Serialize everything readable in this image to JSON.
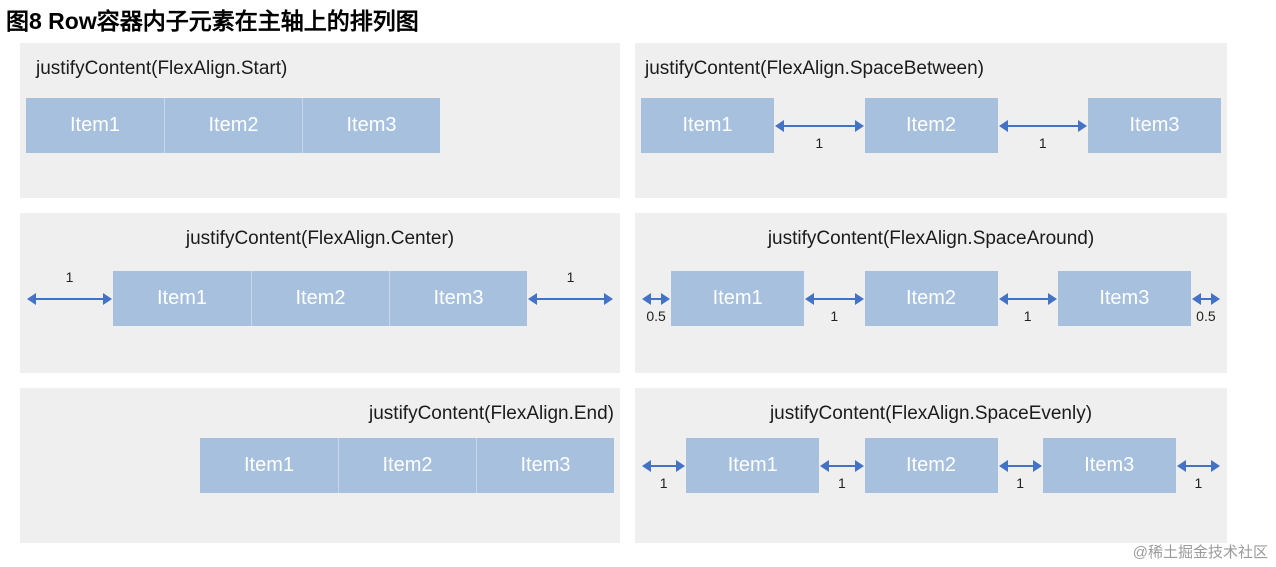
{
  "title": "图8 Row容器内子元素在主轴上的排列图",
  "watermark": "@稀土掘金技术社区",
  "colors": {
    "panel_bg": "#efefef",
    "item_fill": "#a6c0de",
    "item_text": "#ffffff",
    "arrow_blue": "#4472c4"
  },
  "panels": {
    "start": {
      "label": "justifyContent(FlexAlign.Start)",
      "items": [
        "Item1",
        "Item2",
        "Item3"
      ]
    },
    "spaceBetween": {
      "label": "justifyContent(FlexAlign.SpaceBetween)",
      "items": [
        "Item1",
        "Item2",
        "Item3"
      ],
      "gaps": [
        "1",
        "1"
      ]
    },
    "center": {
      "label": "justifyContent(FlexAlign.Center)",
      "items": [
        "Item1",
        "Item2",
        "Item3"
      ],
      "gaps": [
        "1",
        "1"
      ]
    },
    "spaceAround": {
      "label": "justifyContent(FlexAlign.SpaceAround)",
      "items": [
        "Item1",
        "Item2",
        "Item3"
      ],
      "gaps": [
        "0.5",
        "1",
        "1",
        "0.5"
      ]
    },
    "end": {
      "label": "justifyContent(FlexAlign.End)",
      "items": [
        "Item1",
        "Item2",
        "Item3"
      ]
    },
    "spaceEvenly": {
      "label": "justifyContent(FlexAlign.SpaceEvenly)",
      "items": [
        "Item1",
        "Item2",
        "Item3"
      ],
      "gaps": [
        "1",
        "1",
        "1",
        "1"
      ]
    }
  }
}
